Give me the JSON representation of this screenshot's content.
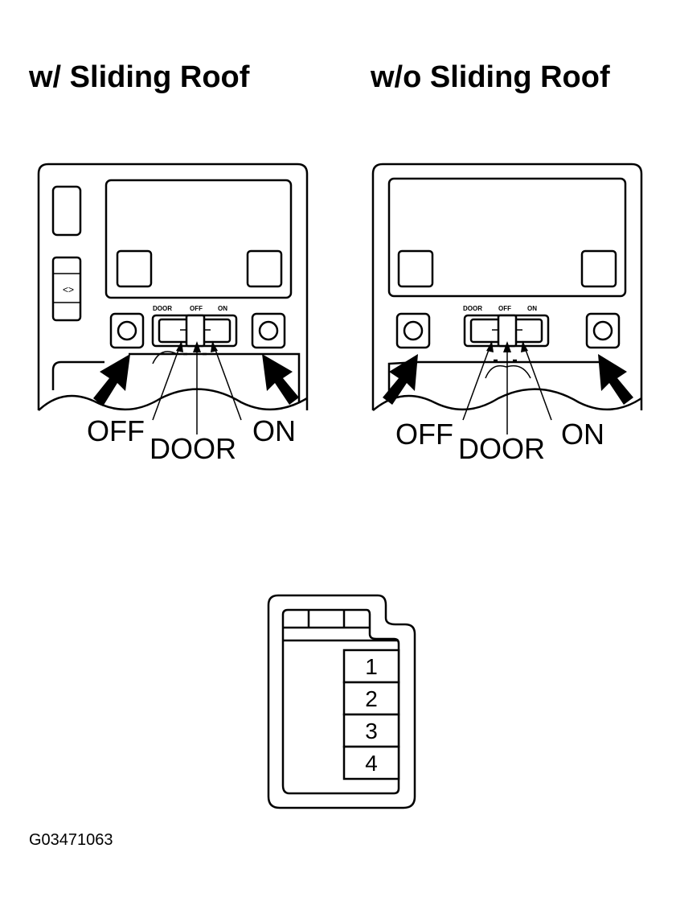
{
  "titles": {
    "with_roof": "w/ Sliding Roof",
    "without_roof": "w/o Sliding Roof"
  },
  "switch_labels": {
    "door": "DOOR",
    "off": "OFF",
    "on": "ON"
  },
  "callouts": {
    "off": "OFF",
    "door": "DOOR",
    "on": "ON"
  },
  "connector": {
    "pins": [
      "1",
      "2",
      "3",
      "4"
    ]
  },
  "figure_id": "G03471063"
}
